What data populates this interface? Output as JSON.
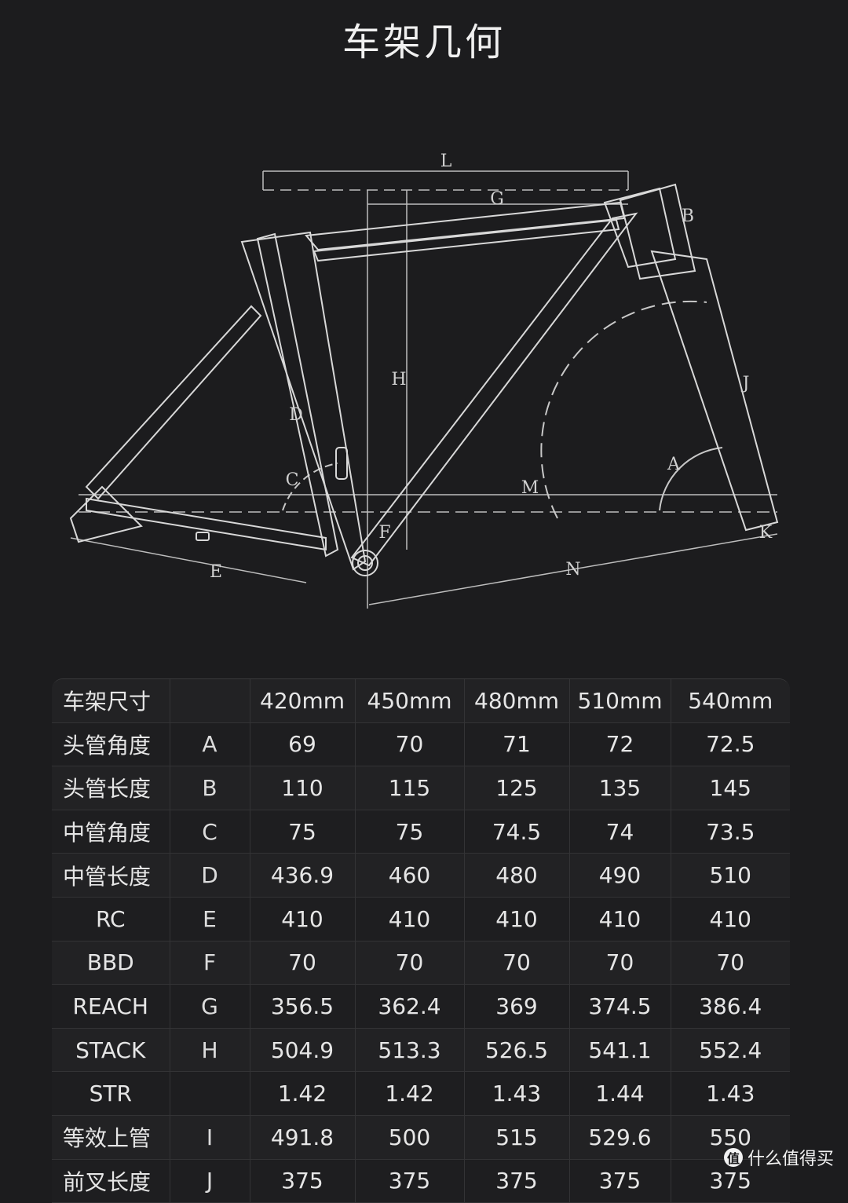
{
  "title": "车架几何",
  "diagram_labels": [
    "L",
    "G",
    "B",
    "H",
    "J",
    "D",
    "C",
    "A",
    "M",
    "F",
    "K",
    "E",
    "N"
  ],
  "table": {
    "header": {
      "name": "车架尺寸",
      "code": "",
      "sizes": [
        "420mm",
        "450mm",
        "480mm",
        "510mm",
        "540mm"
      ]
    },
    "rows": [
      {
        "name": "头管角度",
        "code": "A",
        "values": [
          "69",
          "70",
          "71",
          "72",
          "72.5"
        ]
      },
      {
        "name": "头管长度",
        "code": "B",
        "values": [
          "110",
          "115",
          "125",
          "135",
          "145"
        ]
      },
      {
        "name": "中管角度",
        "code": "C",
        "values": [
          "75",
          "75",
          "74.5",
          "74",
          "73.5"
        ]
      },
      {
        "name": "中管长度",
        "code": "D",
        "values": [
          "436.9",
          "460",
          "480",
          "490",
          "510"
        ]
      },
      {
        "name": "RC",
        "code": "E",
        "values": [
          "410",
          "410",
          "410",
          "410",
          "410"
        ]
      },
      {
        "name": "BBD",
        "code": "F",
        "values": [
          "70",
          "70",
          "70",
          "70",
          "70"
        ]
      },
      {
        "name": "REACH",
        "code": "G",
        "values": [
          "356.5",
          "362.4",
          "369",
          "374.5",
          "386.4"
        ]
      },
      {
        "name": "STACK",
        "code": "H",
        "values": [
          "504.9",
          "513.3",
          "526.5",
          "541.1",
          "552.4"
        ]
      },
      {
        "name": "STR",
        "code": "",
        "values": [
          "1.42",
          "1.42",
          "1.43",
          "1.44",
          "1.43"
        ]
      },
      {
        "name": "等效上管",
        "code": "I",
        "values": [
          "491.8",
          "500",
          "515",
          "529.6",
          "550"
        ]
      },
      {
        "name": "前叉长度",
        "code": "J",
        "values": [
          "375",
          "375",
          "375",
          "375",
          "375"
        ]
      }
    ]
  },
  "watermark": {
    "icon": "值",
    "text": "什么值得买"
  }
}
